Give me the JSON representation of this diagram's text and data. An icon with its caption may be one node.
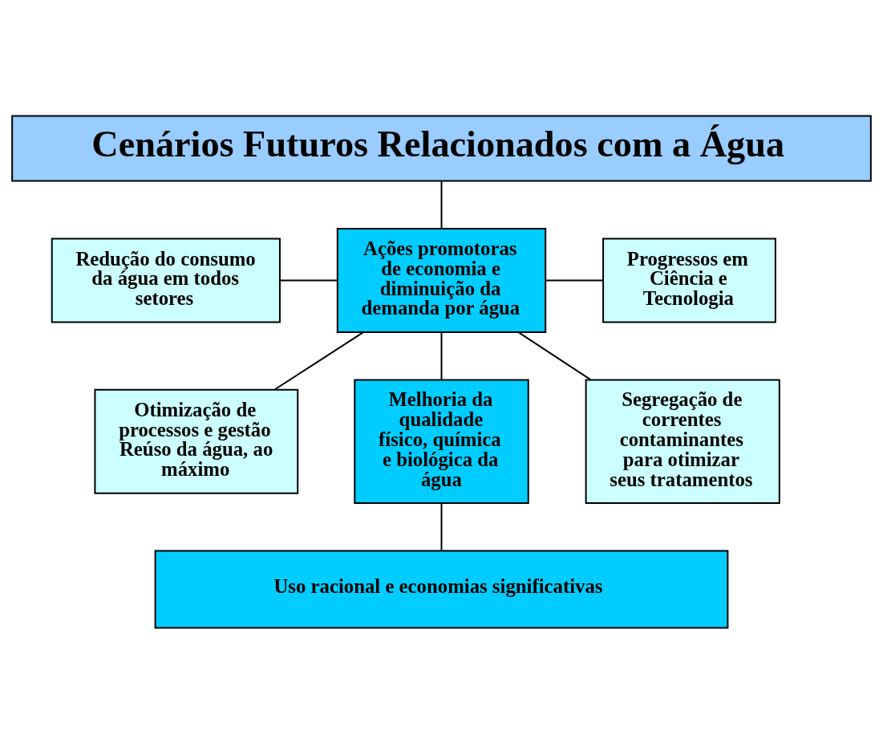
{
  "diagram": {
    "nodes": [
      {
        "text": [
          "Cenários Futuros Relacionados com a Água"
        ]
      },
      {
        "text": [
          "Redução do consumo da água em todos setores"
        ]
      },
      {
        "text": [
          "Ações promotoras de economia e diminuição da demanda por água"
        ]
      },
      {
        "text": [
          "Progressos em Ciência e Tecnologia"
        ]
      },
      {
        "text": [
          "Segregação de correntes contaminantes para otimizar seus tratamentos"
        ]
      },
      {
        "text": [
          "Otimização de processos e gestão",
          "Reúso da água, ao máximo"
        ]
      },
      {
        "text": [
          "Melhoria da qualidade físico, química e biológica da água"
        ]
      },
      {
        "text": [
          "Uso racional e economias significativas"
        ]
      }
    ],
    "edges": [
      {
        "from": 0,
        "to": 2,
        "arrow": "none"
      },
      {
        "from": 1,
        "to": 2,
        "arrow": "none"
      },
      {
        "from": 2,
        "to": 3,
        "arrow": "none"
      },
      {
        "from": 4,
        "to": 2,
        "arrow": "none"
      },
      {
        "from": 2,
        "to": 5,
        "arrow": "none"
      },
      {
        "from": 2,
        "to": 6,
        "arrow": "none"
      },
      {
        "from": 6,
        "to": 7,
        "arrow": "none"
      }
    ]
  }
}
